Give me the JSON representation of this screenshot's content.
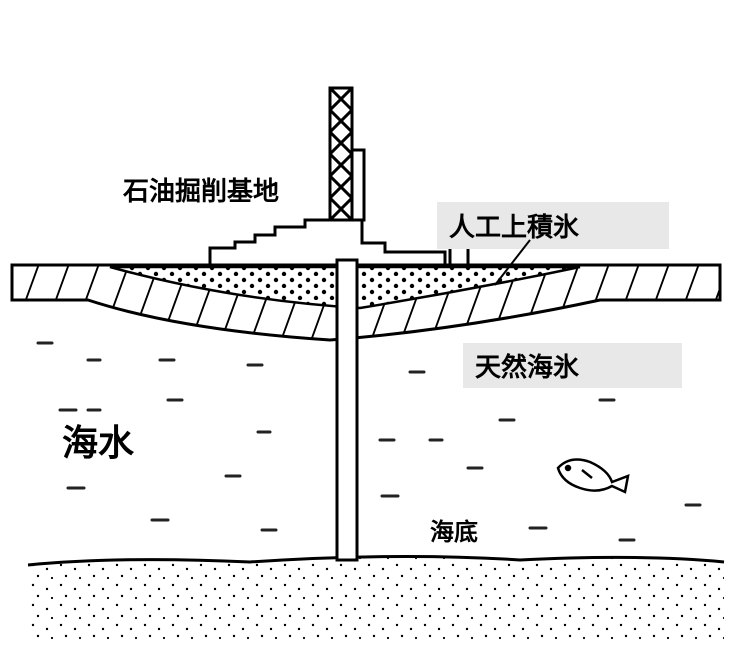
{
  "labels": {
    "oil_base": "石油掘削基地",
    "artificial_ice": "人工上積氷",
    "natural_ice": "天然海氷",
    "seawater": "海水",
    "seabed": "海底"
  },
  "colors": {
    "ink": "#000000",
    "paper": "#ffffff",
    "label_box": "#e8e8e8",
    "dash": "#222222"
  }
}
